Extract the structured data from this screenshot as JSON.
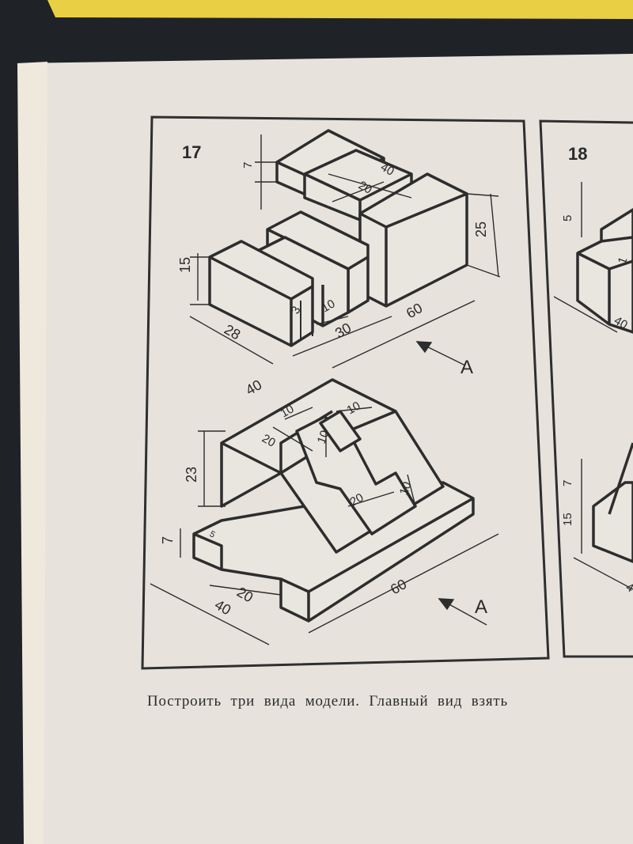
{
  "page": {
    "figure_17_number": "17",
    "figure_18_number": "18",
    "caption": "Построить три вида модели. Главный вид взять"
  },
  "figure_17": {
    "upper_model": {
      "dims": [
        "7",
        "40",
        "20",
        "25",
        "15",
        "3",
        "10",
        "28",
        "30",
        "60"
      ],
      "view_arrow": "A"
    },
    "lower_model": {
      "dims": [
        "40",
        "10",
        "10",
        "20",
        "10",
        "23",
        "20",
        "10",
        "7",
        "5",
        "20",
        "40",
        "60"
      ],
      "view_arrow": "A"
    }
  },
  "figure_18": {
    "dims": [
      "5",
      "1",
      "40",
      "7",
      "15",
      "4"
    ]
  },
  "colors": {
    "paper": "#e4e1dc",
    "ink": "#2a2a2a",
    "background": "#1f2226",
    "yellow_strip": "#e9cf43"
  }
}
